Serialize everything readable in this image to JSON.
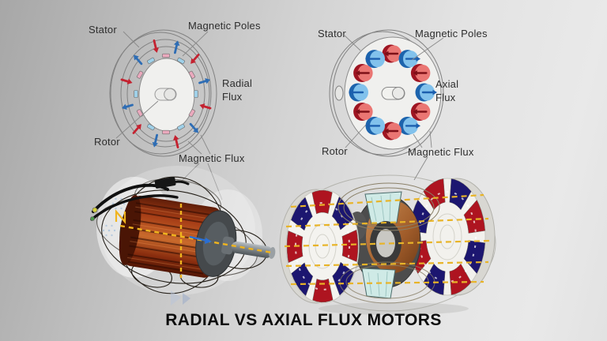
{
  "title": "RADIAL VS AXIAL FLUX MOTORS",
  "radial": {
    "diagram_type": "radial flux motor cross-section",
    "stator": "Stator",
    "magnetic_poles": "Magnetic Poles",
    "flux_line1": "Radial",
    "flux_line2": "Flux",
    "rotor": "Rotor",
    "magnetic_flux": "Magnetic Flux"
  },
  "axial": {
    "diagram_type": "axial flux motor front view",
    "stator": "Stator",
    "magnetic_poles": "Magnetic Poles",
    "flux_line1": "Axial",
    "flux_line2": "Flux",
    "rotor": "Rotor",
    "magnetic_flux": "Magnetic Flux"
  },
  "colors": {
    "flux_arrow_red": "#c42230",
    "flux_arrow_blue": "#2e6db4",
    "pole_pink": "#eaa9bd",
    "pole_lightblue": "#9fd0e8",
    "axial_pole_red": "#ea7673",
    "axial_pole_blue": "#82c2ec",
    "magnet_red": "#ae1420",
    "magnet_navy": "#1c1670",
    "copper": "#a63d16",
    "teal_winding": "#cfeae6",
    "flux_dash_gold": "#f0b41e",
    "title_text": "#0c0c0c"
  }
}
